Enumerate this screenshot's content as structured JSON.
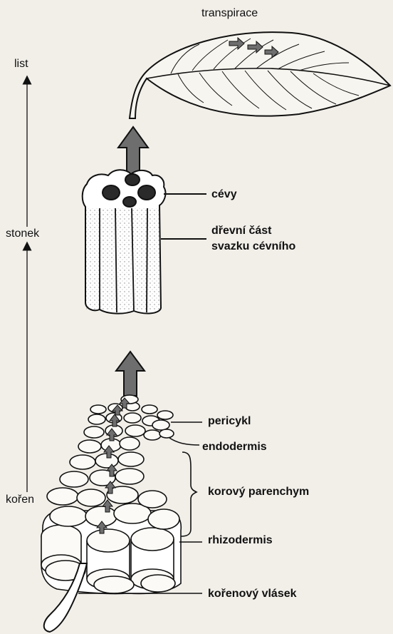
{
  "labels": {
    "transpiration": "transpirace",
    "leaf": "list",
    "stem": "stonek",
    "root": "kořen",
    "vessels": "cévy",
    "xylem_line1": "dřevní část",
    "xylem_line2": "svazku cévního",
    "pericycle": "pericykl",
    "endodermis": "endodermis",
    "cortex": "korový parenchym",
    "rhizodermis": "rhizodermis",
    "root_hair": "kořenový vlásek"
  },
  "colors": {
    "background": "#f2efe9",
    "ink": "#111111",
    "arrow_fill": "#6e6e6e",
    "cell_fill": "#fbfaf6"
  }
}
